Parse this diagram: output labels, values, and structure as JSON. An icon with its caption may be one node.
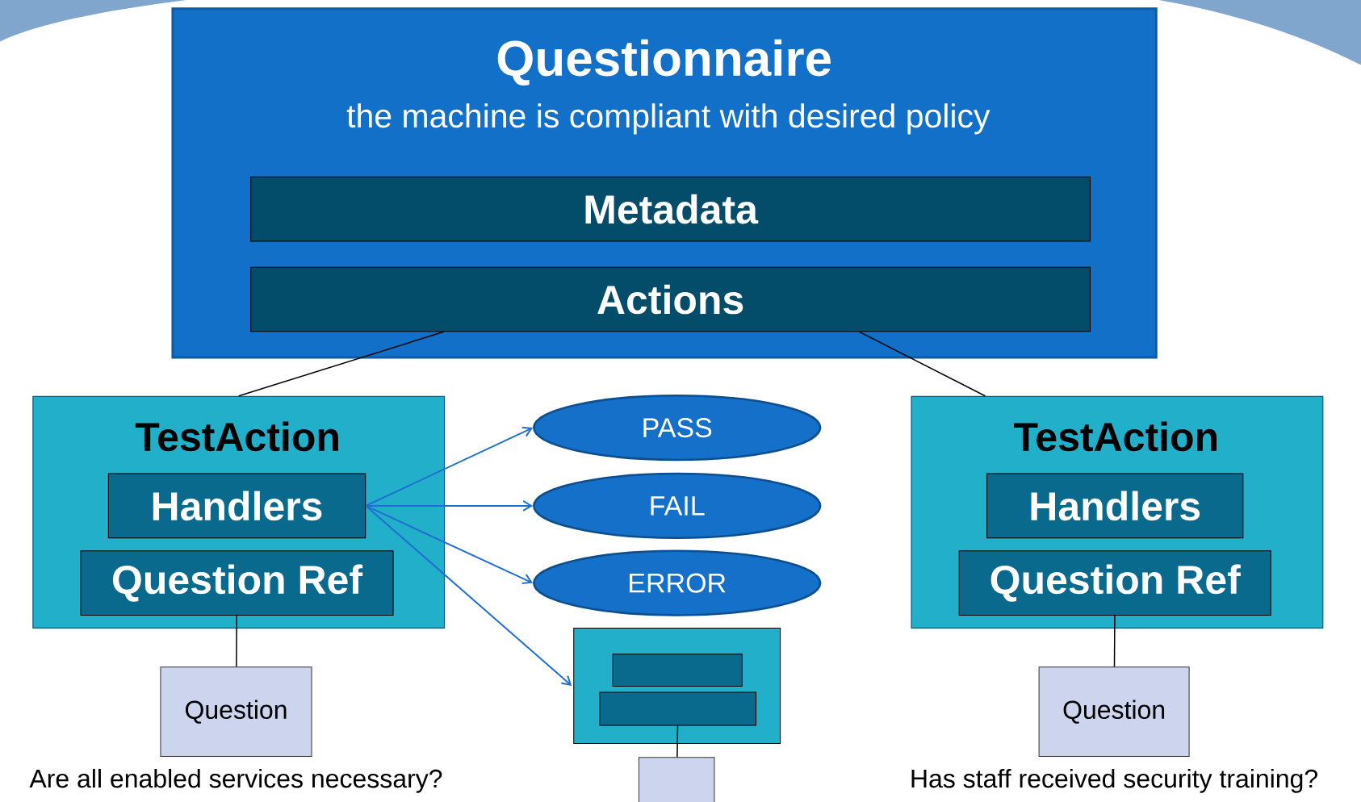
{
  "diagram": {
    "nodes": [
      {
        "text": [
          "Questionnaire",
          "the machine is compliant with desired policy"
        ]
      },
      {
        "text": [
          "Metadata"
        ],
        "in": 0
      },
      {
        "text": [
          "Actions"
        ],
        "in": 0
      },
      {
        "text": [
          "TestAction"
        ]
      },
      {
        "text": [
          "Handlers"
        ],
        "in": 3
      },
      {
        "text": [
          "Question Ref"
        ],
        "in": 3
      },
      {
        "text": [
          "PASS"
        ]
      },
      {
        "text": [
          "FAIL"
        ]
      },
      {
        "text": [
          "ERROR"
        ]
      },
      {
        "text": [],
        "shape": "box"
      },
      {
        "text": [],
        "shape": "box",
        "in": 9
      },
      {
        "text": [],
        "shape": "box",
        "in": 9
      },
      {
        "text": [],
        "shape": "box"
      },
      {
        "text": [
          "Question"
        ],
        "beside": [
          "Are all enabled services necessary?"
        ]
      },
      {
        "text": [
          "TestAction"
        ]
      },
      {
        "text": [
          "Handlers"
        ],
        "in": 14
      },
      {
        "text": [
          "Question Ref"
        ],
        "in": 14
      },
      {
        "text": [
          "Question"
        ],
        "beside": [
          "Has staff received security training?"
        ]
      }
    ],
    "edges": [
      {
        "from": 2,
        "to": 3,
        "arrow": "none"
      },
      {
        "from": 2,
        "to": 14,
        "arrow": "none"
      },
      {
        "from": 4,
        "to": 6,
        "arrow": "to",
        "color": "#1f6fd0"
      },
      {
        "from": 4,
        "to": 7,
        "arrow": "to",
        "color": "#1f6fd0"
      },
      {
        "from": 4,
        "to": 8,
        "arrow": "to",
        "color": "#1f6fd0"
      },
      {
        "from": 4,
        "to": 9,
        "arrow": "to",
        "color": "#1f6fd0"
      },
      {
        "from": 5,
        "to": 13,
        "arrow": "none"
      },
      {
        "from": 11,
        "to": 12,
        "arrow": "none"
      },
      {
        "from": 16,
        "to": 17,
        "arrow": "none"
      }
    ]
  }
}
